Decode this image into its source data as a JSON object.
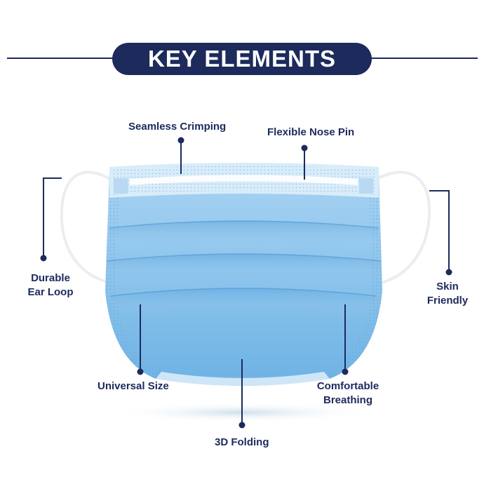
{
  "title": "KEY ELEMENTS",
  "colors": {
    "navy": "#1c2a5c",
    "mask_light": "#a9d3f2",
    "mask_mid": "#7fbde9",
    "mask_dark": "#5aa3dd",
    "binding": "#d8ecfa",
    "ear_loop": "#f2f2f2"
  },
  "labels": {
    "seamless_crimping": "Seamless Crimping",
    "flexible_nose_pin": "Flexible Nose Pin",
    "durable_line1": "Durable",
    "durable_line2": "Ear Loop",
    "skin_line1": "Skin",
    "skin_line2": "Friendly",
    "universal_size": "Universal Size",
    "comfortable_line1": "Comfortable",
    "comfortable_line2": "Breathing",
    "folding_3d": "3D Folding"
  }
}
